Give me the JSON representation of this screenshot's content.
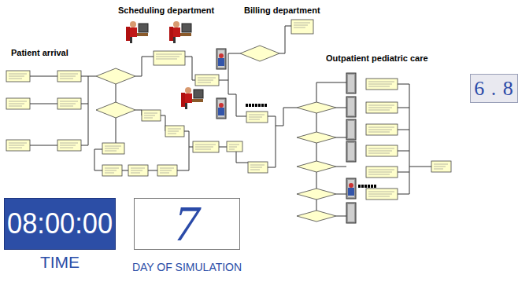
{
  "diagram": {
    "nodes": [
      {
        "text": [
          "6 . 8"
        ]
      },
      {
        "text": [
          "08:00:00",
          "TIME"
        ]
      },
      {
        "text": [
          "7",
          "DAY OF SIMULATION"
        ]
      }
    ],
    "labels": [
      "Scheduling department",
      "Billing department",
      "Patient arrival",
      "Outpatient pediatric care"
    ]
  }
}
